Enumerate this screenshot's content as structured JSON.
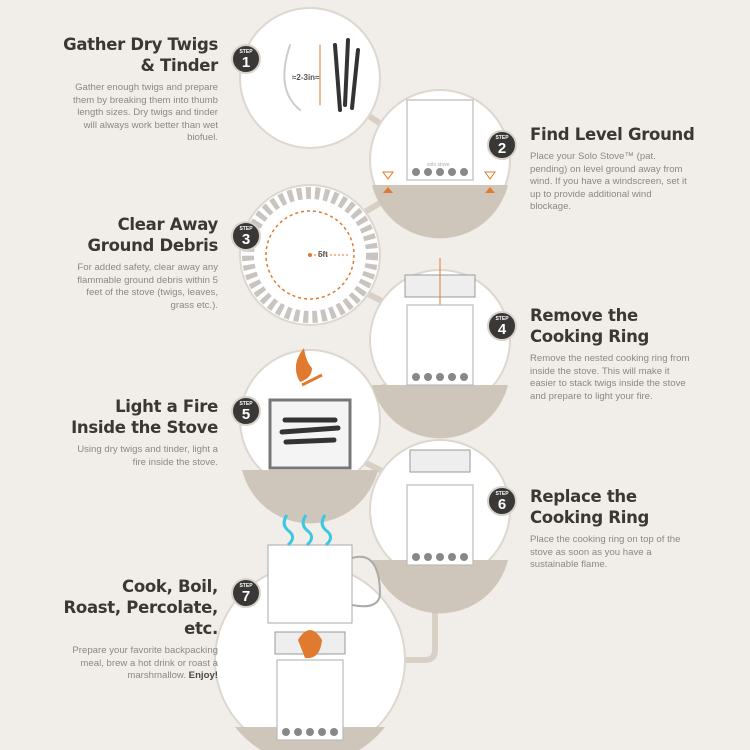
{
  "steps": [
    {
      "step_label": "STEP",
      "number": "1",
      "title": "Gather Dry Twigs & Tinder",
      "text": "Gather enough twigs and prepare them by breaking them into thumb length sizes. Dry twigs and tinder will always work better than wet biofuel."
    },
    {
      "step_label": "STEP",
      "number": "2",
      "title": "Find Level Ground",
      "text": "Place your Solo Stove™ (pat. pending) on level ground away from wind. If you have a windscreen, set it up to provide additional wind blockage."
    },
    {
      "step_label": "STEP",
      "number": "3",
      "title": "Clear Away Ground Debris",
      "text": "For added safety, clear away any flammable ground debris within 5 feet of the stove (twigs, leaves, grass etc.)."
    },
    {
      "step_label": "STEP",
      "number": "4",
      "title": "Remove the Cooking Ring",
      "text": "Remove the nested cooking ring from inside the stove. This will make it easier to stack twigs inside the stove and prepare to light your fire."
    },
    {
      "step_label": "STEP",
      "number": "5",
      "title": "Light a Fire Inside the Stove",
      "text": "Using dry twigs and tinder, light a fire inside the stove."
    },
    {
      "step_label": "STEP",
      "number": "6",
      "title": "Replace the Cooking Ring",
      "text": "Place the cooking ring on top of the stove as soon as you have a sustainable flame."
    },
    {
      "step_label": "STEP",
      "number": "7",
      "title": "Cook, Boil, Roast, Percolate, etc.",
      "text": "Prepare your favorite backpacking meal, brew a hot drink or roast a marshmallow.",
      "emphasis": "Enjoy!"
    }
  ],
  "illustrations": {
    "twig_size": "≈2-3in≈",
    "clear_radius": "5ft",
    "stove_brand": "solo stove"
  },
  "colors": {
    "background": "#f1eee9",
    "badge": "#3a3836",
    "accent_orange": "#e07a2e",
    "steam": "#3cc8e0",
    "connector": "#d8d0c5"
  }
}
